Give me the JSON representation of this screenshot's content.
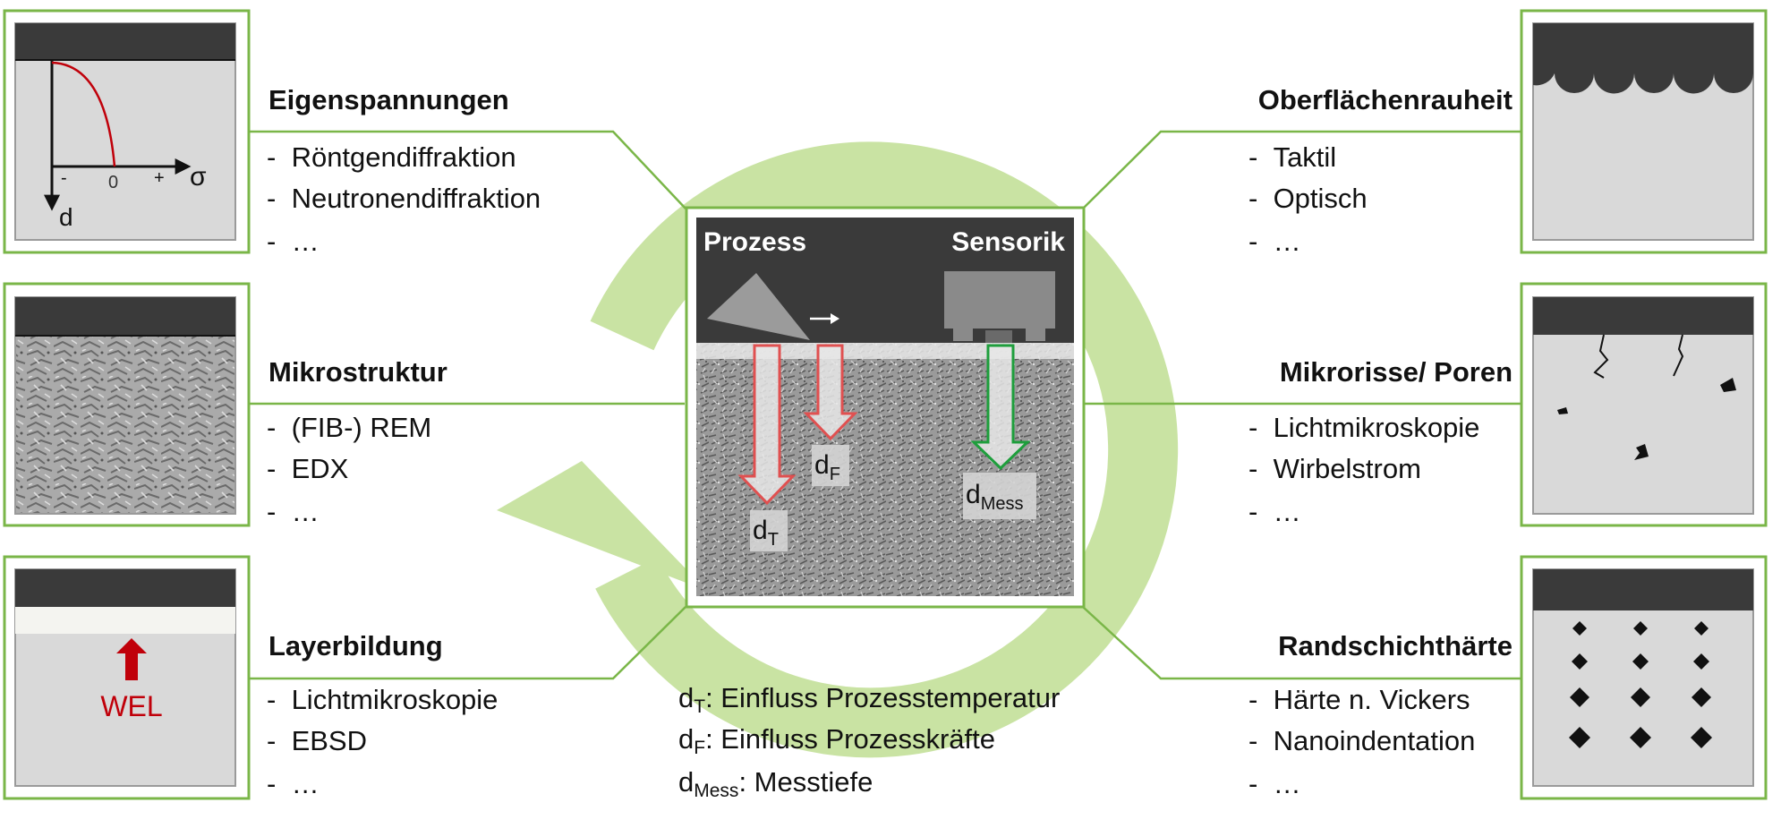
{
  "panels": {
    "top_left": {
      "title": "Eigenspannungen",
      "items": [
        "Röntgendiffraktion",
        "Neutronendiffraktion",
        "…"
      ],
      "graph_labels": {
        "minus": "-",
        "zero": "0",
        "plus": "+",
        "sigma": "σ",
        "depth": "d"
      }
    },
    "mid_left": {
      "title": "Mikrostruktur",
      "items": [
        "(FIB-) REM",
        "EDX",
        "…"
      ]
    },
    "bottom_left": {
      "title": "Layerbildung",
      "items": [
        "Lichtmikroskopie",
        "EBSD",
        "…"
      ],
      "layer_label": "WEL"
    },
    "top_right": {
      "title": "Oberflächenrauheit",
      "items": [
        "Taktil",
        "Optisch",
        "…"
      ]
    },
    "mid_right": {
      "title": "Mikrorisse/ Poren",
      "items": [
        "Lichtmikroskopie",
        "Wirbelstrom",
        "…"
      ]
    },
    "bottom_right": {
      "title": "Randschichthärte",
      "items": [
        "Härte n. Vickers",
        "Nanoindentation",
        "…"
      ]
    }
  },
  "center": {
    "process_label": "Prozess",
    "sensor_label": "Sensorik",
    "arrow_labels": {
      "dT": {
        "base": "d",
        "sub": "T"
      },
      "dF": {
        "base": "d",
        "sub": "F"
      },
      "dMess": {
        "base": "d",
        "sub": "Mess"
      }
    }
  },
  "legend": [
    {
      "base": "d",
      "sub": "T",
      "text": ": Einfluss Prozesstemperatur"
    },
    {
      "base": "d",
      "sub": "F",
      "text": ": Einfluss Prozesskräfte"
    },
    {
      "base": "d",
      "sub": "Mess",
      "text": ": Messtiefe"
    }
  ],
  "colors": {
    "frame_green": "#7ab648",
    "cycle_green": "#c9e3a3",
    "dark": "#3a3a3a",
    "panel_grey": "#d9d9d9",
    "red": "#c0000a",
    "green_arrow": "#1e9e3c"
  }
}
